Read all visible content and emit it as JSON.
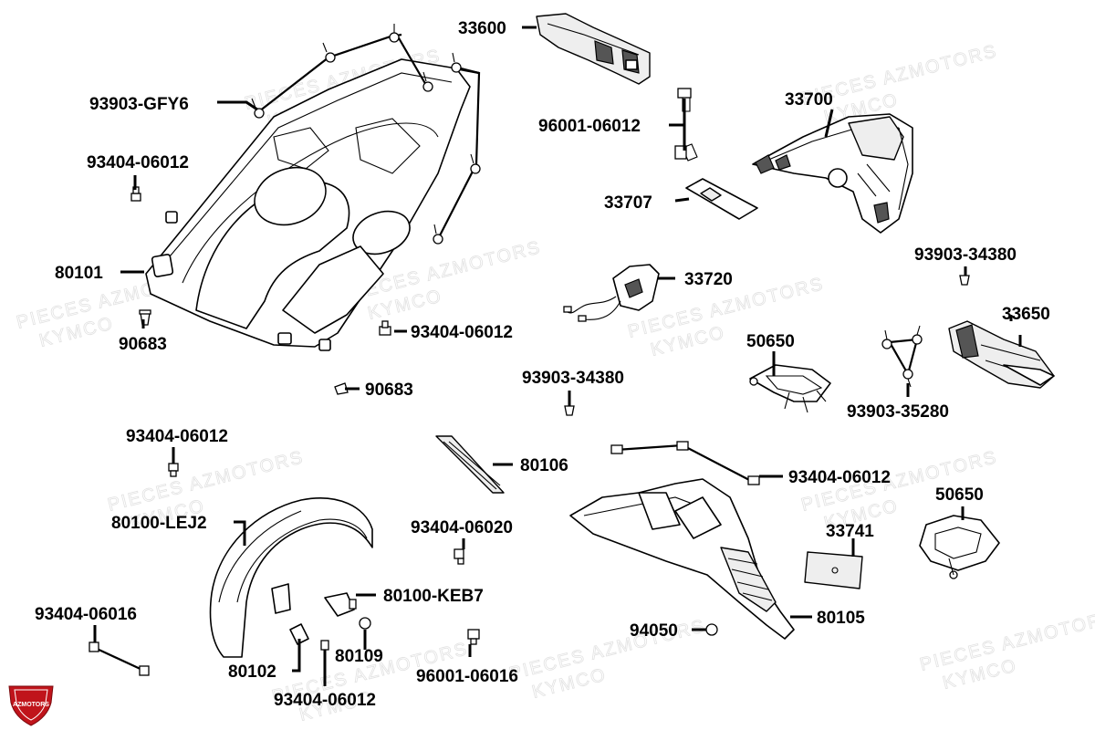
{
  "watermarks": [
    "PIECES AZMOTORS",
    "KYMCO"
  ],
  "logo": {
    "text": "AZMOTORS",
    "color": "#c0141b"
  },
  "parts": [
    {
      "ref": "33600"
    },
    {
      "ref": "93903-GFY6"
    },
    {
      "ref": "96001-06012"
    },
    {
      "ref": "33700"
    },
    {
      "ref": "93404-06012"
    },
    {
      "ref": "33707"
    },
    {
      "ref": "80101"
    },
    {
      "ref": "33720"
    },
    {
      "ref": "93903-34380"
    },
    {
      "ref": "33650"
    },
    {
      "ref": "50650"
    },
    {
      "ref": "90683"
    },
    {
      "ref": "93404-06012"
    },
    {
      "ref": "90683"
    },
    {
      "ref": "93903-34380"
    },
    {
      "ref": "93903-35280"
    },
    {
      "ref": "93404-06012"
    },
    {
      "ref": "80106"
    },
    {
      "ref": "93404-06012"
    },
    {
      "ref": "80100-LEJ2"
    },
    {
      "ref": "93404-06020"
    },
    {
      "ref": "50650"
    },
    {
      "ref": "33741"
    },
    {
      "ref": "80100-KEB7"
    },
    {
      "ref": "93404-06016"
    },
    {
      "ref": "80105"
    },
    {
      "ref": "94050"
    },
    {
      "ref": "80109"
    },
    {
      "ref": "80102"
    },
    {
      "ref": "96001-06016"
    },
    {
      "ref": "93404-06012"
    }
  ]
}
